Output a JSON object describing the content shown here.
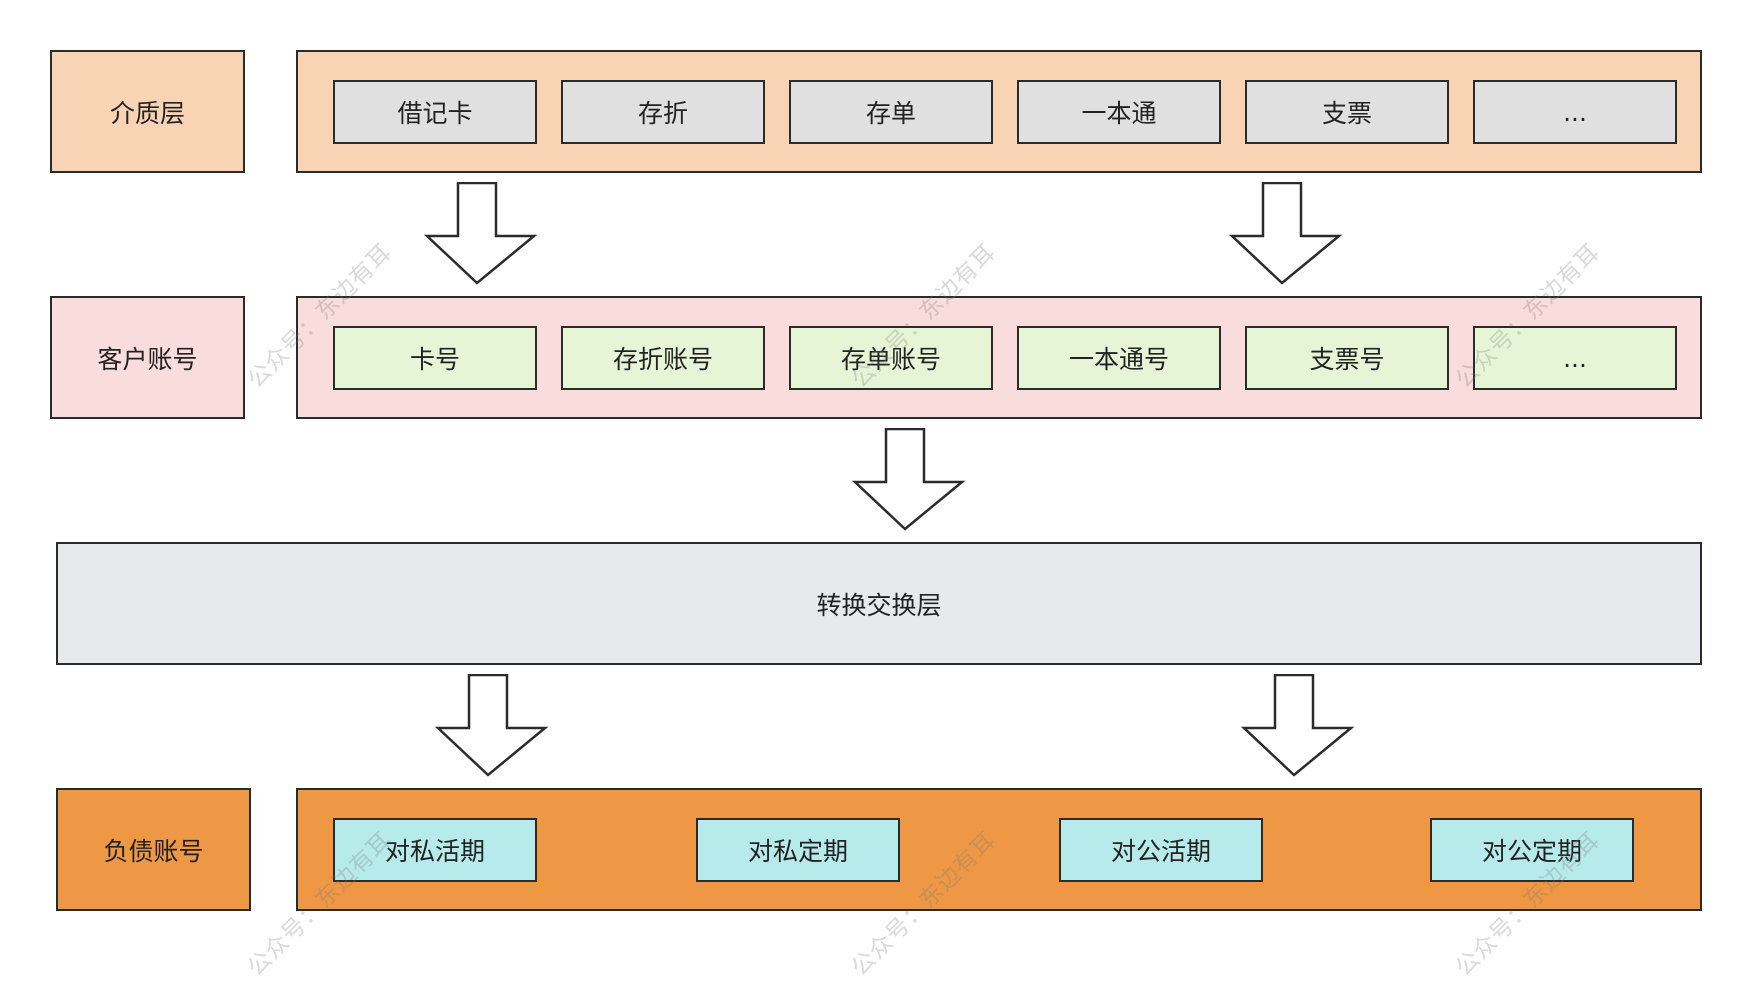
{
  "colors": {
    "medium_layer": "#f8d4b4",
    "medium_item": "#e0e0e0",
    "account_layer": "#f9dcdc",
    "account_item": "#e6f5d6",
    "transfer_layer": "#e7e9ec",
    "liability_layer": "#ee9745",
    "liability_item": "#b7eaea",
    "border": "#2b2b2b"
  },
  "layers": {
    "medium": {
      "label": "介质层",
      "items": [
        "借记卡",
        "存折",
        "存单",
        "一本通",
        "支票",
        "..."
      ]
    },
    "account": {
      "label": "客户账号",
      "items": [
        "卡号",
        "存折账号",
        "存单账号",
        "一本通号",
        "支票号",
        "..."
      ]
    },
    "transfer": {
      "label": "转换交换层"
    },
    "liability": {
      "label": "负债账号",
      "items": [
        "对私活期",
        "对私定期",
        "对公活期",
        "对公定期"
      ]
    }
  },
  "watermark": "公众号：东边有耳"
}
